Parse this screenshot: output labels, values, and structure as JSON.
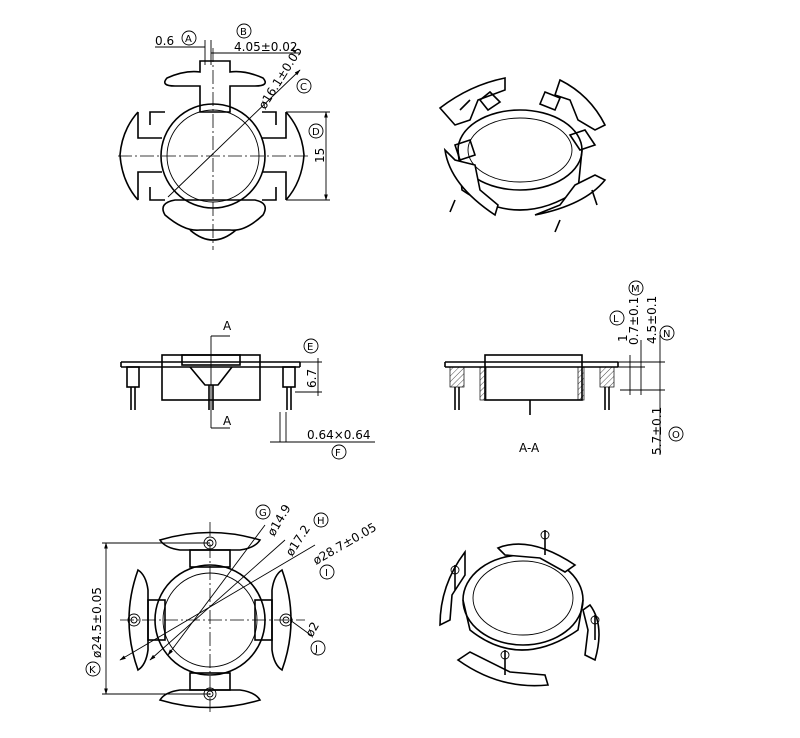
{
  "labels": {
    "dim_0_6": "0.6",
    "mark_A": "A",
    "mark_B": "B",
    "dim_4_05": "4.05±0.02",
    "dim_16_1": "ø16.1±0.05",
    "mark_C": "C",
    "mark_D": "D",
    "dim_15": "15",
    "section_A_top": "A",
    "section_A_bottom": "A",
    "mark_E": "E",
    "dim_6_7": "6.7",
    "dim_pin": "0.64×0.64",
    "mark_F": "F",
    "mark_M": "M",
    "mark_L": "L",
    "dim_0_7": "0.7±0.1",
    "dim_1": "1",
    "dim_4_5": "4.5±0.1",
    "mark_N": "N",
    "dim_5_7": "5.7±0.1",
    "mark_O": "O",
    "section_label": "A-A",
    "mark_G": "G",
    "dim_14_9": "ø14.9",
    "mark_H": "H",
    "dim_17_2": "ø17.2",
    "dim_28_7": "ø28.7±0.05",
    "mark_I": "I",
    "dim_24_5": "ø24.5±0.05",
    "mark_K": "K",
    "dim_2": "ø2",
    "mark_J": "J"
  }
}
